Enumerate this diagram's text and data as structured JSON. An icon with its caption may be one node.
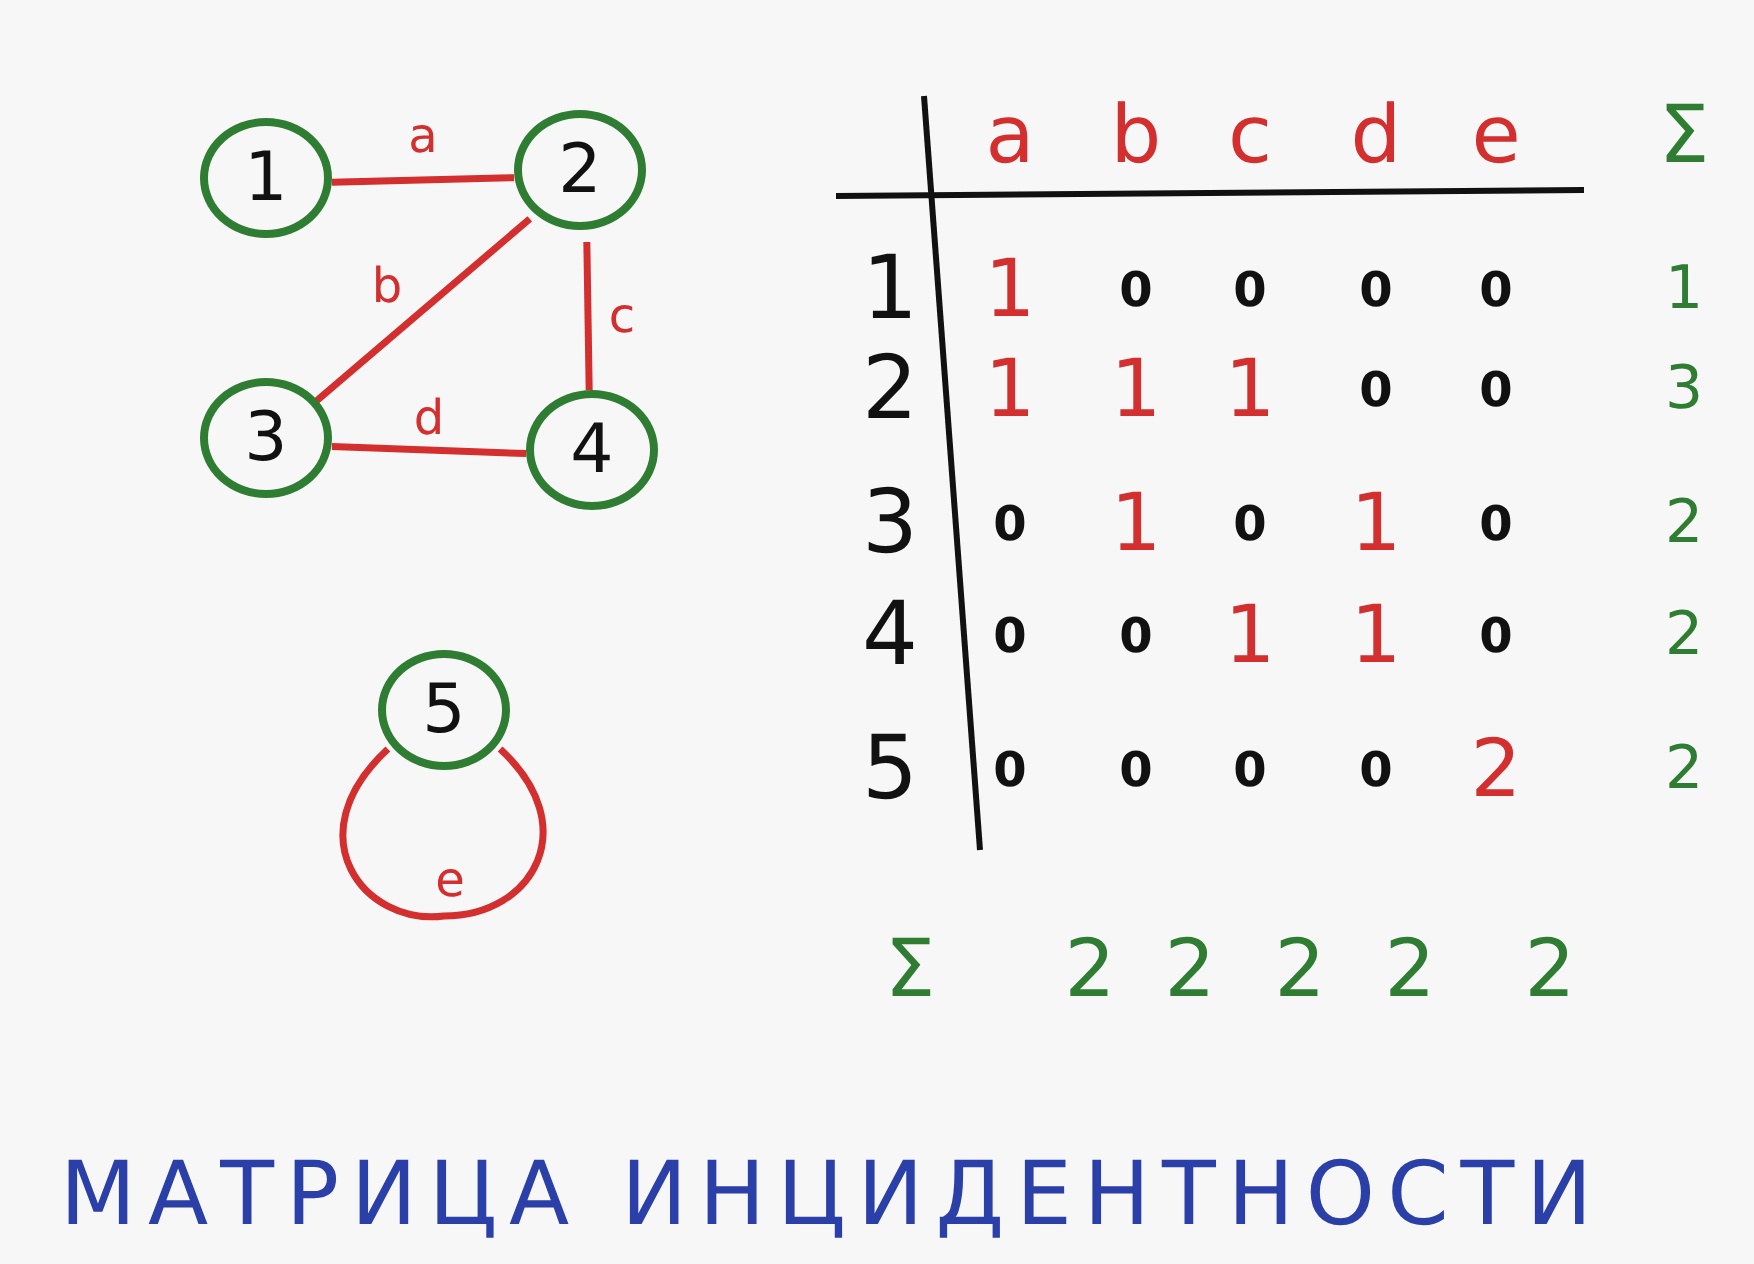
{
  "diagram": {
    "caption": "МАТРИЦА ИНЦИДЕНТНОСТИ",
    "nodes": [
      {
        "text": [
          "1"
        ]
      },
      {
        "text": [
          "2"
        ]
      },
      {
        "text": [
          "3"
        ]
      },
      {
        "text": [
          "4"
        ]
      },
      {
        "text": [
          "5"
        ]
      }
    ],
    "edges": [
      {
        "from": 0,
        "to": 1,
        "arrow": "none",
        "label": "a"
      },
      {
        "from": 1,
        "to": 2,
        "arrow": "none",
        "label": "b"
      },
      {
        "from": 1,
        "to": 3,
        "arrow": "none",
        "label": "c"
      },
      {
        "from": 2,
        "to": 3,
        "arrow": "none",
        "label": "d"
      },
      {
        "from": 4,
        "to": 4,
        "arrow": "none",
        "label": "e"
      }
    ],
    "labels": [
      "a",
      "b",
      "c",
      "d",
      "e",
      "Σ",
      "1",
      "1",
      "0",
      "0",
      "0",
      "0",
      "1",
      "2",
      "1",
      "1",
      "1",
      "0",
      "0",
      "3",
      "3",
      "0",
      "1",
      "0",
      "1",
      "0",
      "2",
      "4",
      "0",
      "0",
      "1",
      "1",
      "0",
      "2",
      "5",
      "0",
      "0",
      "0",
      "0",
      "2",
      "2",
      "Σ",
      "2",
      "2",
      "2",
      "2",
      "2"
    ]
  }
}
